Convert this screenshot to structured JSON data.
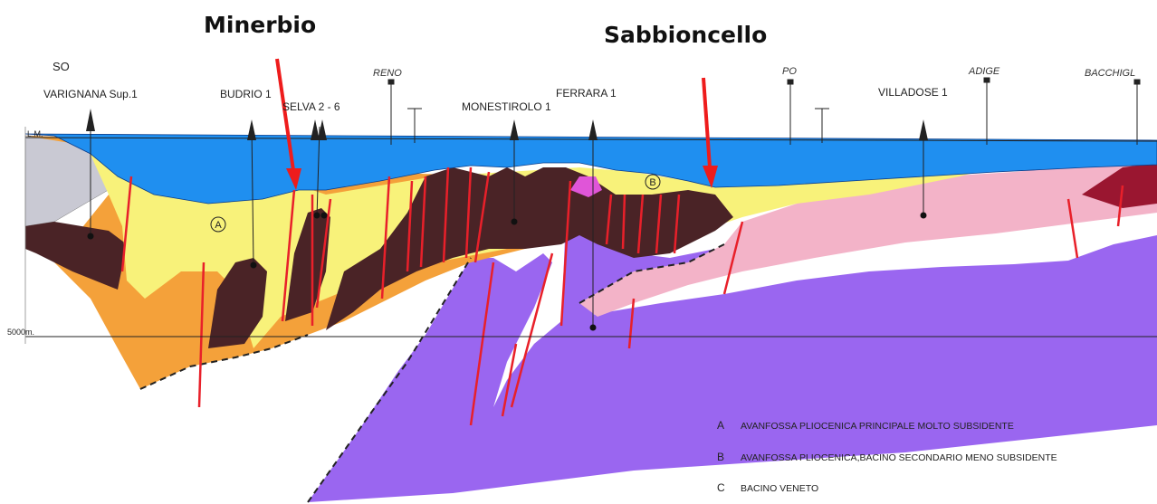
{
  "callouts": {
    "minerbio": "Minerbio",
    "sabbioncello": "Sabbioncello"
  },
  "orientation": "SO",
  "sea_level_label": "L.M.",
  "depth_label": "5000m.",
  "wells": {
    "varignana": "VARIGNANA Sup.1",
    "budrio": "BUDRIO 1",
    "selva": "SELVA 2 - 6",
    "monestirolo": "MONESTIROLO 1",
    "ferrara": "FERRARA 1",
    "villadose": "VILLADOSE 1"
  },
  "rivers": {
    "reno": "RENO",
    "po": "PO",
    "adige": "ADIGE",
    "bacchiglione": "BACCHIGL"
  },
  "zone_markers": {
    "a": "A",
    "b": "B"
  },
  "legend": [
    {
      "letter": "A",
      "text": "AVANFOSSA PLIOCENICA PRINCIPALE MOLTO SUBSIDENTE"
    },
    {
      "letter": "B",
      "text": "AVANFOSSA PLIOCENICA,BACINO SECONDARIO MENO SUBSIDENTE"
    },
    {
      "letter": "C",
      "text": "BACINO VENETO"
    }
  ],
  "colors": {
    "sea": "#1f8ff0",
    "pliocene_yellow": "#f8f27a",
    "orange": "#f4a13a",
    "dark_brown": "#4a2326",
    "purple": "#9a66f0",
    "pink": "#f3b3c8",
    "gray": "#c9c9d3",
    "fault_red": "#e8202a",
    "arrow_red": "#ee1c1c",
    "maroon": "#9a1630"
  }
}
